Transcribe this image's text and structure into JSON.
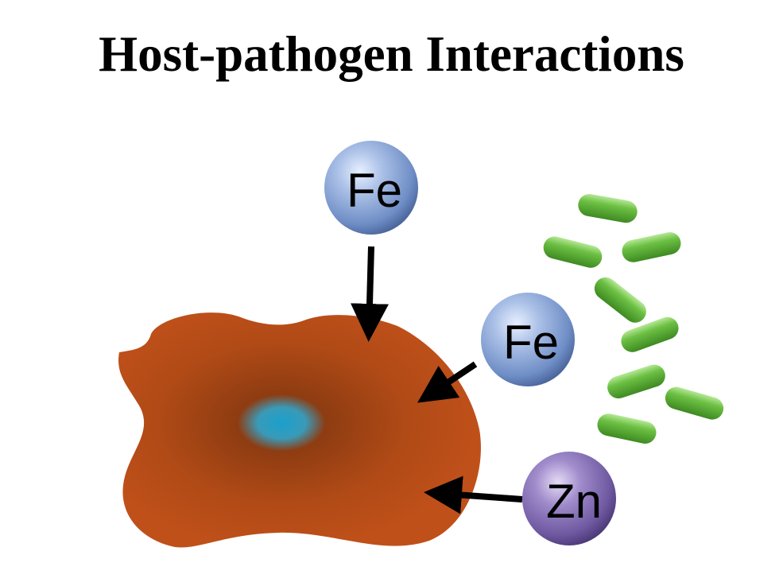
{
  "title": "Host-pathogen Interactions",
  "ions": [
    {
      "label": "Fe",
      "color": "#8ea9d8"
    },
    {
      "label": "Fe",
      "color": "#8ea9d8"
    },
    {
      "label": "Zn",
      "color": "#8a74b8"
    }
  ],
  "colors": {
    "host_cell": "#c0501a",
    "host_cell_dark": "#8e3c12",
    "nucleus": "#1a9ec8",
    "bacteria": "#6cc043",
    "arrow": "#000000"
  },
  "bacteria_count": 8
}
